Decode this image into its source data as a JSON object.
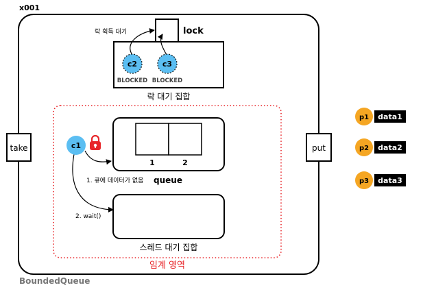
{
  "instance_label": "x001",
  "class_label": "BoundedQueue",
  "lock": {
    "label": "lock",
    "acquire_label": "락 획득 대기"
  },
  "lock_wait_set": {
    "label": "락 대기 집합",
    "threads": [
      {
        "name": "c2",
        "state": "BLOCKED"
      },
      {
        "name": "c3",
        "state": "BLOCKED"
      }
    ]
  },
  "critical_section": {
    "label": "임계 영역",
    "consumer": "c1",
    "queue_label": "queue",
    "queue_slots": [
      "1",
      "2"
    ],
    "step1": "1. 큐에 데이터가 없음",
    "step2": "2. wait()",
    "thread_wait_set_label": "스레드 대기 집합"
  },
  "methods": {
    "take": "take",
    "put": "put"
  },
  "producers": [
    {
      "name": "p1",
      "data": "data1"
    },
    {
      "name": "p2",
      "data": "data2"
    },
    {
      "name": "p3",
      "data": "data3"
    }
  ],
  "colors": {
    "thread_blue": "#5bbef2",
    "producer_orange": "#f5a623",
    "critical_red": "#e8262a",
    "lock_red": "#e8262a",
    "label_gray": "#666666"
  }
}
